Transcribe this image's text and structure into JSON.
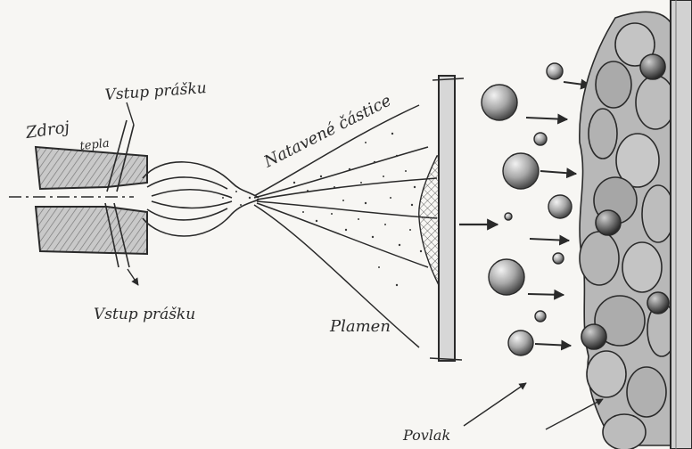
{
  "labels": {
    "heat_source_line1": "Zdroj",
    "heat_source_line2": "tepla",
    "powder_inlet_top": "Vstup prášku",
    "powder_inlet_bottom": "Vstup prášku",
    "molten_particles": "Natavené částice",
    "flame": "Plamen",
    "coating": "Povlak"
  },
  "colors": {
    "ink": "#2a2a2a",
    "pencil": "#555555",
    "shade": "#9a9a9a",
    "paper": "#f7f6f3"
  }
}
